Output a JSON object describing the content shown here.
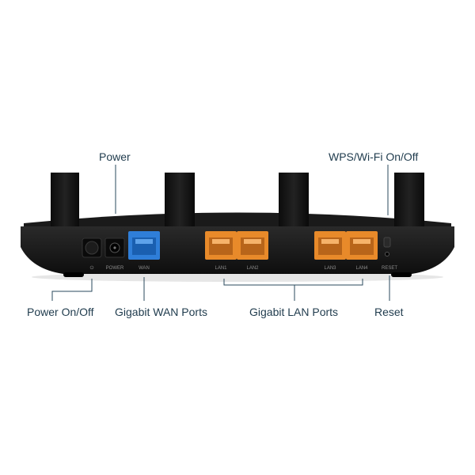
{
  "callouts": {
    "power": "Power",
    "wps_wifi": "WPS/Wi-Fi On/Off",
    "power_onoff": "Power On/Off",
    "wan_ports": "Gigabit WAN Ports",
    "lan_ports": "Gigabit LAN Ports",
    "reset": "Reset"
  },
  "port_labels": {
    "power_button": "⏻",
    "power": "POWER",
    "wan": "WAN",
    "lan1": "LAN1",
    "lan2": "LAN2",
    "lan3": "LAN3",
    "lan4": "LAN4",
    "reset": "RESET"
  },
  "colors": {
    "callout_text": "#1f3b4d",
    "leader_line": "#2a4a5c",
    "router_body": "#141414",
    "wan_port": "#2f7ed8",
    "lan_port": "#e88a2a"
  }
}
